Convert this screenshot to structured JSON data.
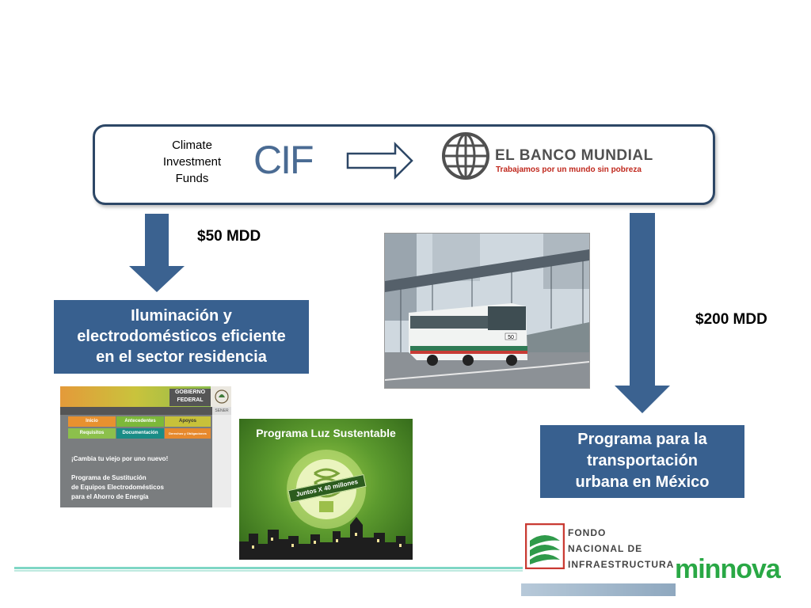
{
  "top_box": {
    "cif_caption": [
      "Climate",
      "Investment",
      "Funds"
    ],
    "cif_logo": "CIF",
    "world_bank_title": "EL BANCO MUNDIAL",
    "world_bank_subtitle": "Trabajamos por un mundo sin pobreza"
  },
  "flows": {
    "left_amount": "$50 MDD",
    "right_amount": "$200 MDD"
  },
  "boxes": {
    "iluminacion": [
      "Iluminación y",
      "electrodomésticos eficiente",
      "en el sector residencia"
    ],
    "transporte": [
      "Programa para la",
      "transportación",
      "urbana en México"
    ]
  },
  "gobierno_panel": {
    "header": [
      "GOBIERNO",
      "FEDERAL"
    ],
    "sener": "SENER",
    "menu_row1": [
      "Inicio",
      "Antecedentes",
      "Apoyos"
    ],
    "menu_row2": [
      "Requisitos",
      "Documentación",
      "Derechos y Obligaciones"
    ],
    "slogan": "¡Cambia tu viejo por uno nuevo!",
    "program": [
      "Programa de Sustitución",
      "de Equipos Electrodomésticos",
      "para el Ahorro de Energía"
    ]
  },
  "luz_panel": {
    "title": "Programa Luz Sustentable",
    "ribbon": "Juntos X 40 millones"
  },
  "bus_photo": {
    "bus_number": "50"
  },
  "fonadin": [
    "FONDO",
    "NACIONAL DE",
    "INFRAESTRUCTURA"
  ],
  "footer_logo": "minnova",
  "colors": {
    "box_blue": "#38608f",
    "arrow_blue": "#3b6290",
    "border_navy": "#2d4766",
    "footer_line": "#7fd6c5",
    "minnova_green": "#29a845"
  }
}
